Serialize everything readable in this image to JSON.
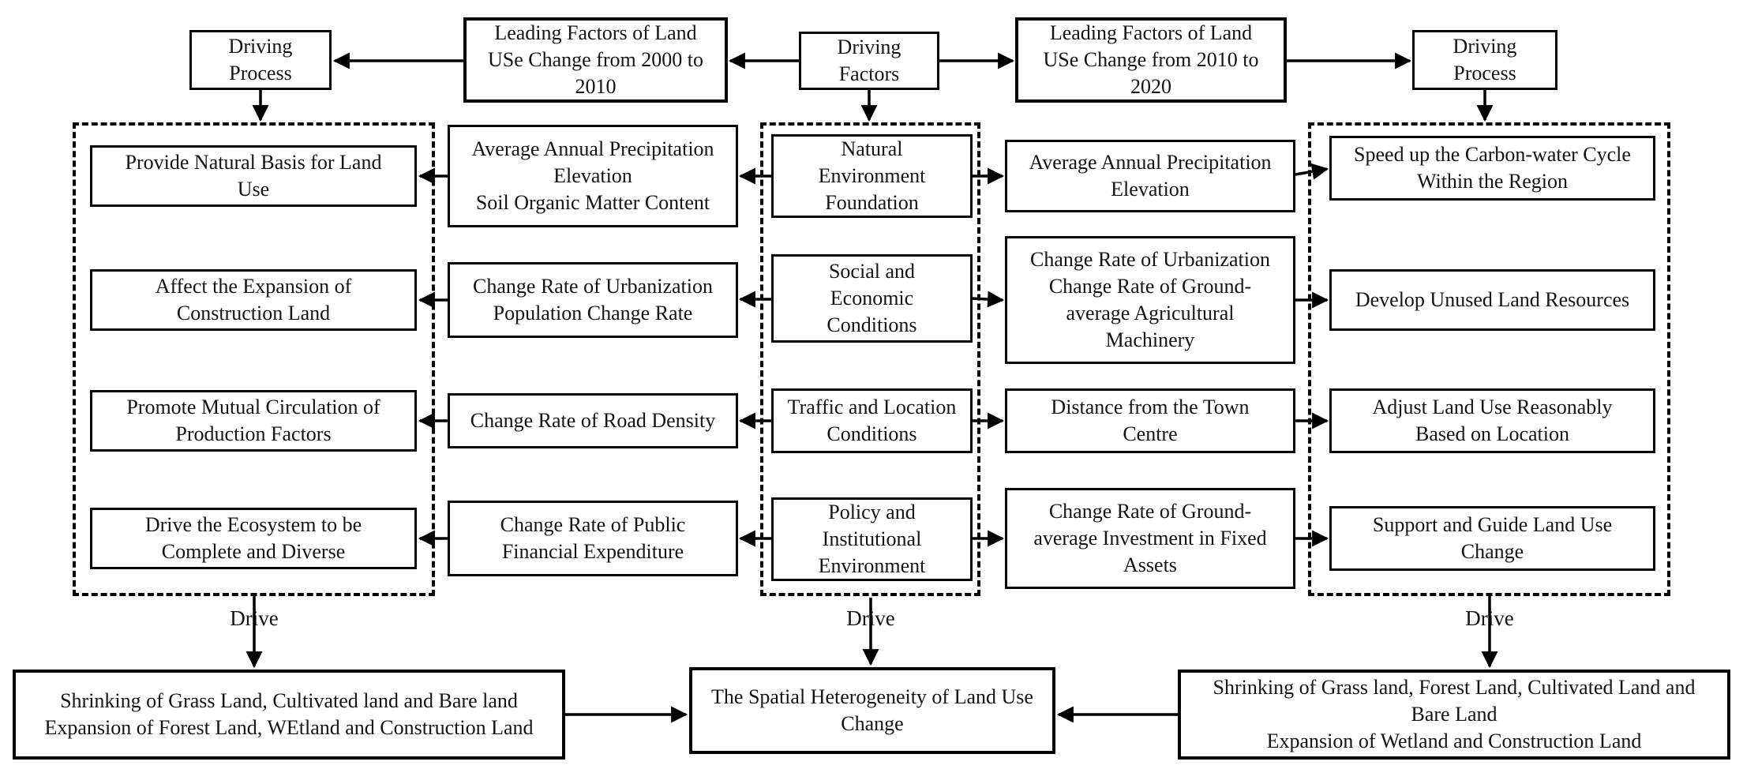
{
  "header": {
    "driving_process_left": "Driving\nProcess",
    "leading_2000": "Leading Factors of Land\nUSe Change from 2000 to\n2010",
    "driving_factors": "Driving\nFactors",
    "leading_2010": "Leading Factors of Land\nUSe Change from 2010 to\n2020",
    "driving_process_right": "Driving\nProcess"
  },
  "rows": [
    {
      "process_2000": "Provide Natural Basis for Land\nUse",
      "factor_2000": "Average Annual Precipitation\nElevation\nSoil Organic Matter Content",
      "category": "Natural\nEnvironment\nFoundation",
      "factor_2010": "Average Annual Precipitation\nElevation",
      "process_2010": "Speed up the Carbon-water Cycle\nWithin the Region"
    },
    {
      "process_2000": "Affect the Expansion of\nConstruction Land",
      "factor_2000": "Change Rate of Urbanization\nPopulation Change Rate",
      "category": "Social and\nEconomic\nConditions",
      "factor_2010": "Change Rate of Urbanization\nChange Rate of Ground-\naverage Agricultural\nMachinery",
      "process_2010": "Develop Unused Land Resources"
    },
    {
      "process_2000": "Promote Mutual Circulation of\nProduction Factors",
      "factor_2000": "Change Rate of Road Density",
      "category": "Traffic and Location\nConditions",
      "factor_2010": "Distance from the Town\nCentre",
      "process_2010": "Adjust Land Use Reasonably\nBased on Location"
    },
    {
      "process_2000": "Drive the Ecosystem to be\nComplete and Diverse",
      "factor_2000": "Change Rate of Public\nFinancial Expenditure",
      "category": "Policy and\nInstitutional\nEnvironment",
      "factor_2010": "Change Rate of Ground-\naverage Investment in Fixed\nAssets",
      "process_2010": "Support and Guide Land Use\nChange"
    }
  ],
  "drive": {
    "left": "Drive",
    "center": "Drive",
    "right": "Drive"
  },
  "bottom": {
    "left": "Shrinking of Grass Land, Cultivated land and Bare land\nExpansion of Forest Land, WEtland and Construction Land",
    "center": "The Spatial Heterogeneity of Land Use\nChange",
    "right": "Shrinking of Grass land, Forest Land, Cultivated Land and\nBare Land\nExpansion of Wetland and Construction Land"
  },
  "colors": {
    "line": "#000000",
    "background": "#ffffff",
    "text": "#141414"
  }
}
